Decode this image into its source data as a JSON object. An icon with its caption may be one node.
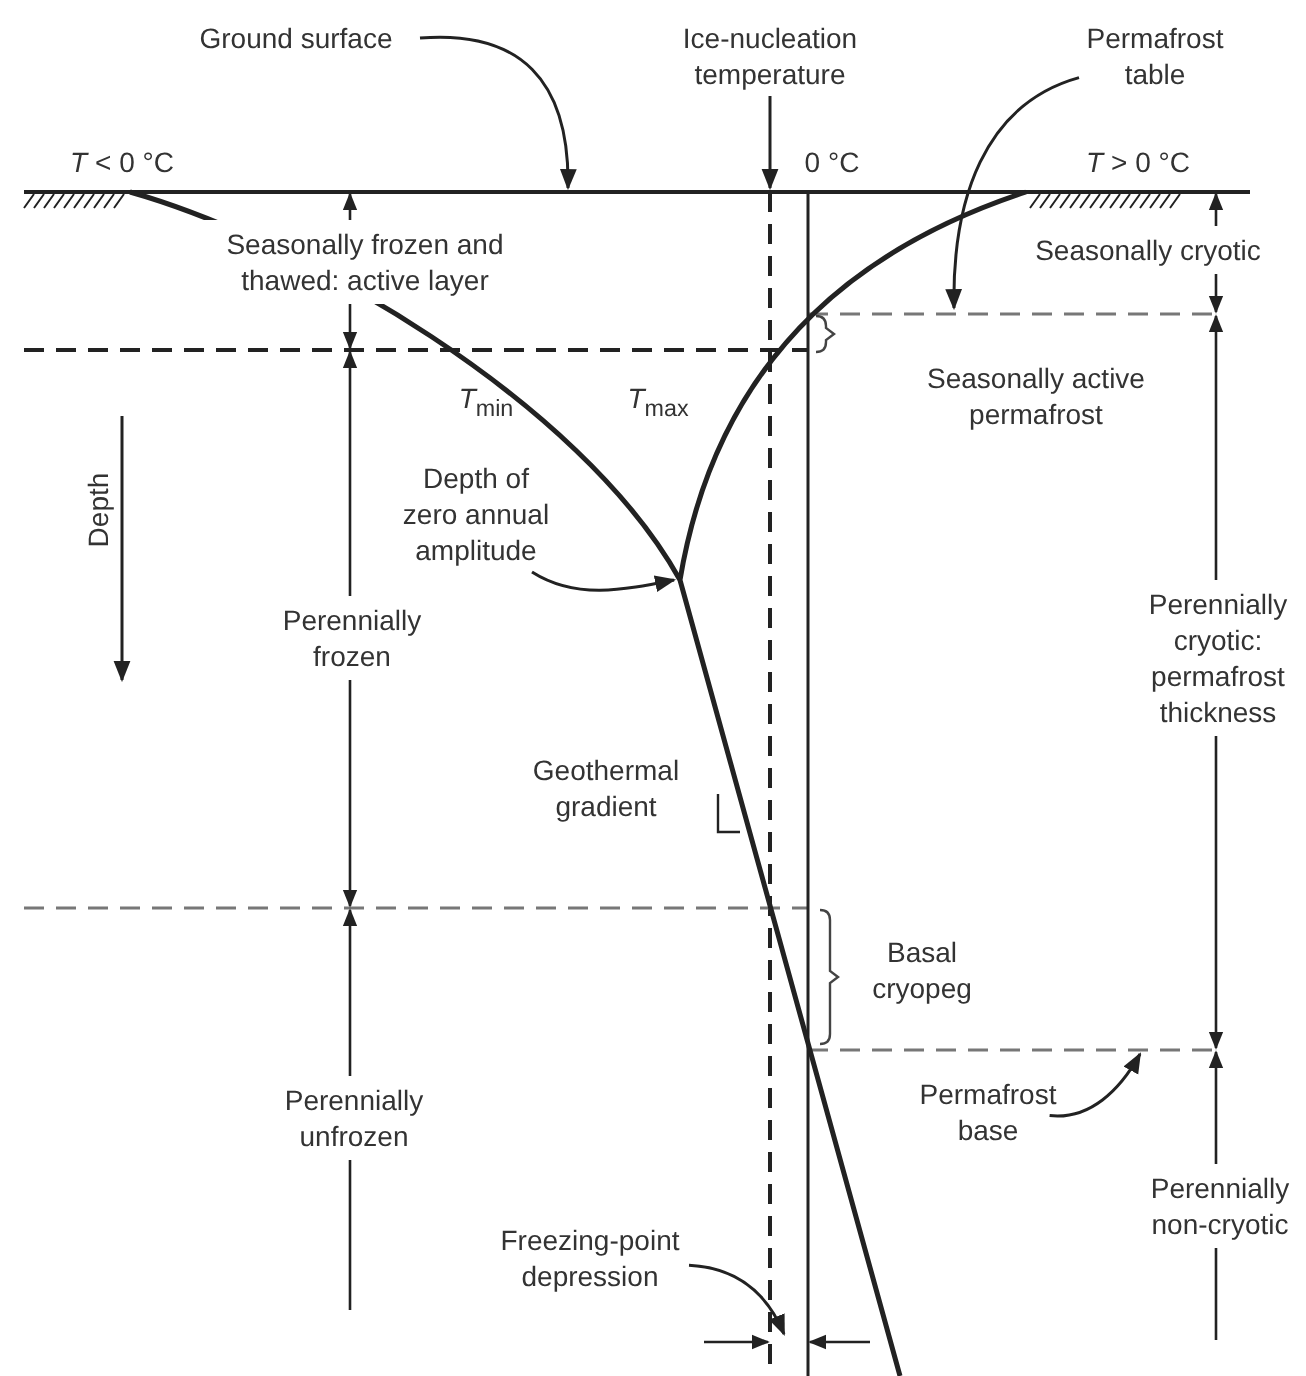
{
  "diagram": {
    "nodes": [
      {
        "text": [
          "Ground surface"
        ]
      },
      {
        "text": [
          "Ice-nucleation temperature"
        ]
      },
      {
        "text": [
          "Permafrost table"
        ]
      },
      {
        "text": [
          "Depth of zero annual amplitude"
        ]
      },
      {
        "text": [
          "Permafrost base"
        ]
      },
      {
        "text": [
          "Freezing-point depression"
        ]
      }
    ],
    "edges": [
      {
        "from": 0,
        "to": null,
        "arrow": "to"
      },
      {
        "from": 1,
        "to": null,
        "arrow": "to"
      },
      {
        "from": 2,
        "to": null,
        "arrow": "to"
      },
      {
        "from": 3,
        "to": null,
        "arrow": "to"
      },
      {
        "from": 4,
        "to": null,
        "arrow": "to"
      },
      {
        "from": 5,
        "to": null,
        "arrow": "to"
      }
    ],
    "labels": [
      "*T* < 0 °C",
      "0 °C",
      "*T* > 0 °C",
      "Seasonally frozen and thawed: active layer",
      "Seasonally cryotic",
      "Seasonally active permafrost",
      "*T*$_{min}$",
      "*T*$_{max}$",
      "Depth",
      "Perennially frozen",
      "Perennially cryotic: permafrost thickness",
      "Geothermal gradient",
      "Basal cryopeg",
      "Perennially unfrozen",
      "Perennially non-cryotic"
    ]
  }
}
